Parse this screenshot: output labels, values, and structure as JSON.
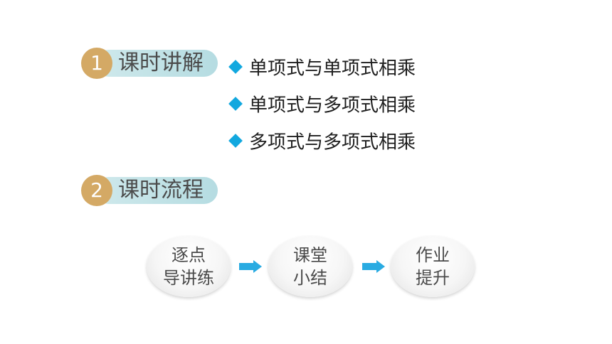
{
  "sections": [
    {
      "number": "1",
      "title": "课时讲解"
    },
    {
      "number": "2",
      "title": "课时流程"
    }
  ],
  "topics": [
    "单项式与单项式相乘",
    "单项式与多项式相乘",
    "多项式与多项式相乘"
  ],
  "flow": [
    {
      "line1": "逐点",
      "line2": "导讲练"
    },
    {
      "line1": "课堂",
      "line2": "小结"
    },
    {
      "line1": "作业",
      "line2": "提升"
    }
  ],
  "colors": {
    "badge": "#d4a965",
    "pill": "#bfe1e5",
    "bullet": "#12a8df",
    "arrow": "#29abe2"
  },
  "icons": {
    "bullet": "diamond-icon",
    "connector": "arrow-right-icon"
  }
}
